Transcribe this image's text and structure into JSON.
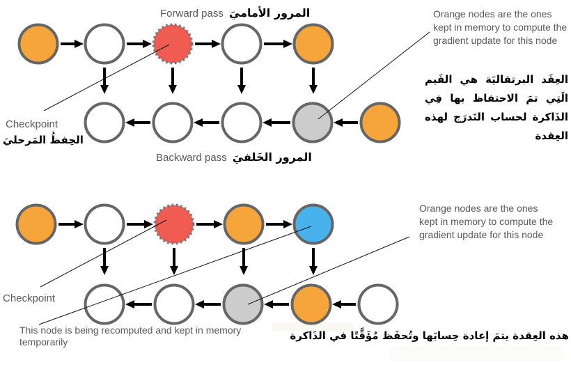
{
  "colors": {
    "orange": "#F6A53A",
    "red": "#F05B52",
    "blue": "#47B2EB",
    "gray": "#CCCCCC",
    "white": "#FFFFFF",
    "node_border": "#666666",
    "dash_border": "#757575",
    "text_gray": "#59595B",
    "arrow_black": "#000000"
  },
  "top_diagram": {
    "forward_pass_en": "Forward pass",
    "forward_pass_ar": "المرور الأماميَ",
    "backward_pass_en": "Backward pass",
    "backward_pass_ar": "المرور الخَلفيَ",
    "checkpoint_en": "Checkpoint",
    "checkpoint_ar": "الحِفظُ المَرحليَ",
    "orange_note_en": "Orange nodes are the ones kept in memory to compute the gradient update for this node",
    "orange_note_ar": "العِقَد البرتقاليَة هي القَيم الَتِي تمَ الاحتفاظ بها فِي الذَاكرة لحساب التَدرَج لهذه العِقدة",
    "top_row_nodes": [
      "orange",
      "white",
      "red-dashed",
      "white",
      "orange"
    ],
    "bottom_row_nodes": [
      "white",
      "white",
      "white",
      "gray",
      "orange"
    ]
  },
  "bottom_diagram": {
    "checkpoint_en": "Checkpoint",
    "orange_note_en": "Orange nodes are the ones kept in memory to compute the gradient update for this node",
    "recompute_note_en": "This node is being recomputed and kept in memory temporarily",
    "recompute_note_ar": "هذه العِقدة يتمَ إعادة حِسابَها وتُحفَظ مُؤَقَّتًا في الذَاكرة",
    "top_row_nodes": [
      "orange",
      "white",
      "red-dashed",
      "orange",
      "blue"
    ],
    "bottom_row_nodes": [
      "white",
      "white",
      "gray",
      "orange",
      "white"
    ]
  }
}
